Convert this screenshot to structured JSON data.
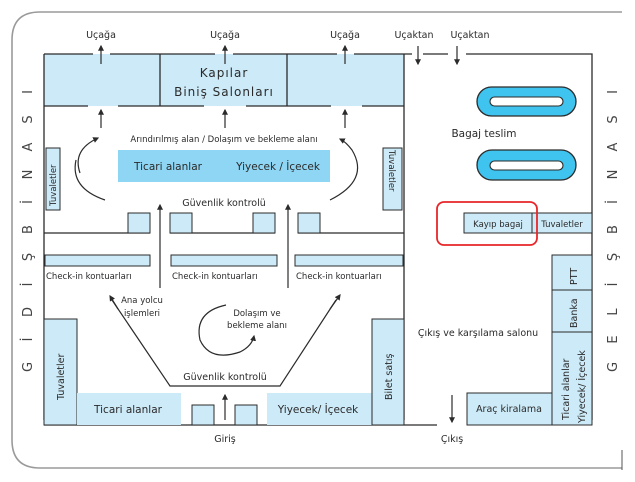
{
  "diagram": {
    "title_left_vertical": "GİDİŞ BİNASI",
    "title_right_vertical": "GELİŞ BİNASI",
    "left_letters": [
      "G",
      "İ",
      "D",
      "İ",
      "Ş",
      "B",
      "İ",
      "N",
      "A",
      "S",
      "I"
    ],
    "right_letters": [
      "G",
      "E",
      "L",
      "İ",
      "Ş",
      "B",
      "İ",
      "N",
      "A",
      "S",
      "I"
    ],
    "top_labels": {
      "to_plane_1": "Uçağa",
      "to_plane_2": "Uçağa",
      "to_plane_3": "Uçağa",
      "from_plane_1": "Uçaktan",
      "from_plane_2": "Uçaktan"
    },
    "gates": {
      "line1": "Kapılar",
      "line2": "Biniş Salonları"
    },
    "cleared_area": "Arındırılmış alan / Dolaşım ve bekleme alanı",
    "commercial_top": {
      "left": "Ticari alanlar",
      "right": "Yiyecek / İçecek"
    },
    "toilets": "Tuvaletler",
    "security": "Güvenlik kontrolü",
    "checkin": [
      "Check-in kontuarları",
      "Check-in kontuarları",
      "Check-in kontuarları"
    ],
    "main_passenger": {
      "line1": "Ana yolcu",
      "line2": "işlemleri"
    },
    "circulation": {
      "line1": "Dolaşım ve",
      "line2": "bekleme alanı"
    },
    "commercial_bottom": "Ticari alanlar",
    "food_bottom": "Yiyecek/ İçecek",
    "ticket_sales": "Bilet satış",
    "entrance": "Giriş",
    "baggage_claim": "Bagaj teslim",
    "lost_baggage": "Kayıp bagaj",
    "exit_hall": "Çıkış ve karşılama salonu",
    "ptt": "PTT",
    "bank": "Banka",
    "arrival_commercial": {
      "line1": "Ticari alanlar",
      "line2": "Yiyecek/ İçecek"
    },
    "car_rental": "Araç kiralama",
    "exit": "Çıkış",
    "colors": {
      "light_blue": "#cdeaf8",
      "bright_blue": "#8fd6f4",
      "carousel_blue": "#3fc3ef",
      "highlight_red": "#e8262a",
      "line": "#2b2b2b"
    }
  }
}
